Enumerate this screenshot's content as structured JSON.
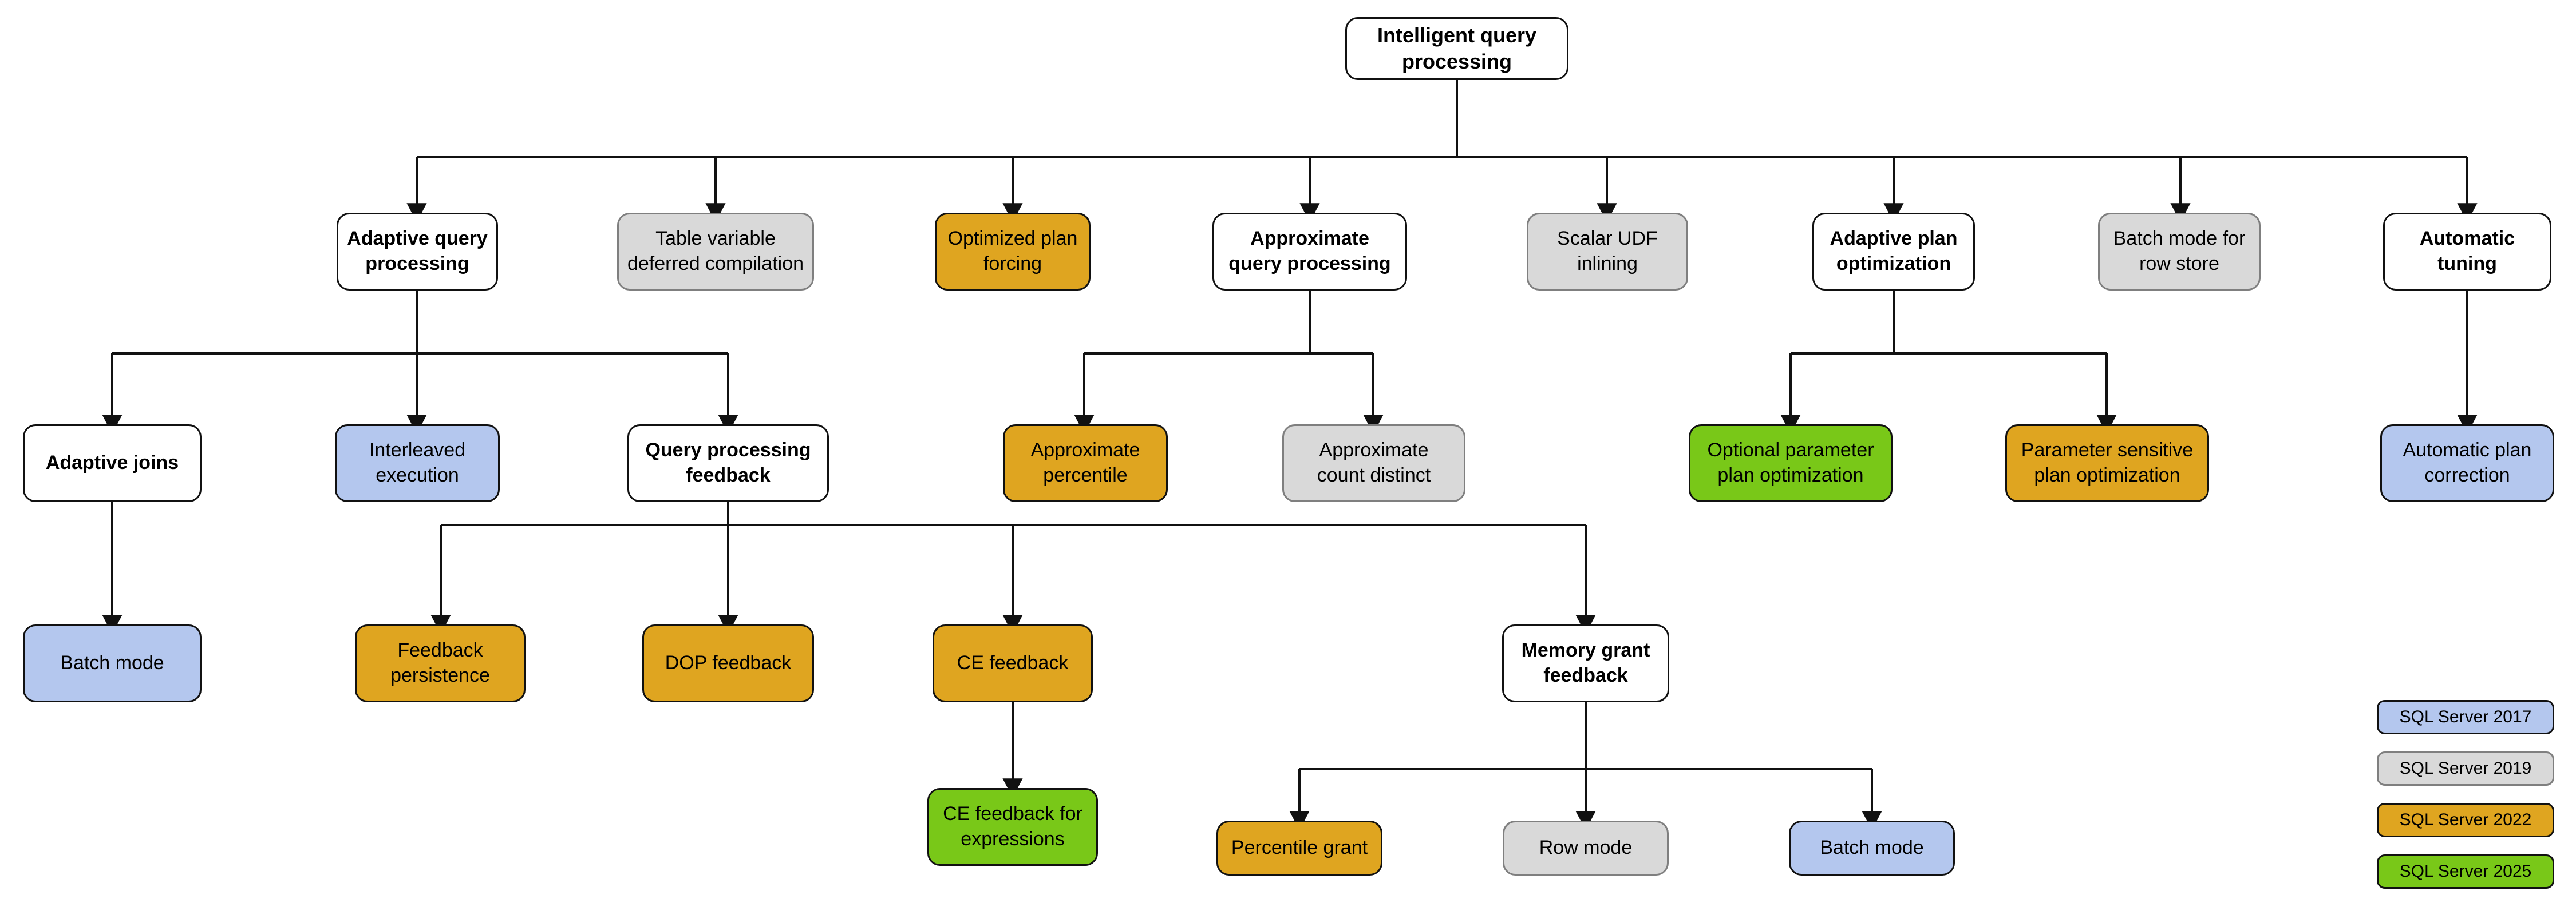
{
  "diagram": {
    "title": "Intelligent query processing",
    "type": "hierarchy-tree",
    "palette": {
      "white": "#ffffff",
      "gray": "#d9d9d9",
      "orange": "#dfa520",
      "blue": "#b4c7ee",
      "green": "#79c818",
      "border_dark": "#111111",
      "border_gray": "#7f7f7f",
      "edge": "#111111",
      "background": "#ffffff"
    }
  },
  "nodes": {
    "root": "Intelligent query\nprocessing",
    "adaptive_query_processing": "Adaptive query\nprocessing",
    "table_variable_deferred_compilation": "Table variable\ndeferred compilation",
    "optimized_plan_forcing": "Optimized plan\nforcing",
    "approximate_query_processing": "Approximate\nquery processing",
    "scalar_udf_inlining": "Scalar UDF\ninlining",
    "adaptive_plan_optimization": "Adaptive plan\noptimization",
    "batch_mode_for_row_store": "Batch mode for\nrow store",
    "automatic_tuning": "Automatic\ntuning",
    "adaptive_joins": "Adaptive joins",
    "interleaved_execution": "Interleaved\nexecution",
    "query_processing_feedback": "Query processing\nfeedback",
    "approximate_percentile": "Approximate\npercentile",
    "approximate_count_distinct": "Approximate\ncount distinct",
    "optional_parameter_plan_optimization": "Optional parameter\nplan optimization",
    "parameter_sensitive_plan_optimization": "Parameter sensitive\nplan optimization",
    "automatic_plan_correction": "Automatic plan\ncorrection",
    "batch_mode_adaptive_joins": "Batch mode",
    "feedback_persistence": "Feedback\npersistence",
    "dop_feedback": "DOP feedback",
    "ce_feedback": "CE feedback",
    "memory_grant_feedback": "Memory grant\nfeedback",
    "ce_feedback_for_expressions": "CE feedback for\nexpressions",
    "percentile_grant": "Percentile grant",
    "row_mode": "Row mode",
    "batch_mode_memory_grant": "Batch mode"
  },
  "legend": {
    "items": [
      {
        "label": "SQL Server 2017",
        "color_key": "blue"
      },
      {
        "label": "SQL Server 2019",
        "color_key": "gray"
      },
      {
        "label": "SQL Server 2022",
        "color_key": "orange"
      },
      {
        "label": "SQL Server 2025",
        "color_key": "green"
      }
    ]
  }
}
